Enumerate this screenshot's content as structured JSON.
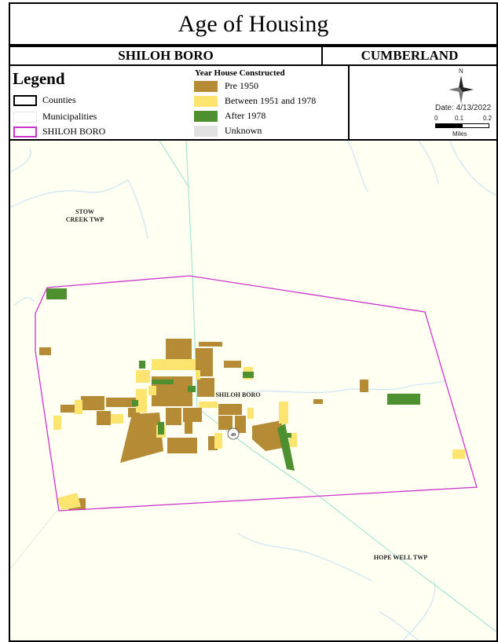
{
  "title": "Age of Housing",
  "municipality": "SHILOH BORO",
  "county": "CUMBERLAND",
  "legend": {
    "title": "Legend",
    "items": [
      {
        "label": "Counties",
        "style": "black-outline"
      },
      {
        "label": "Municipalities",
        "style": "light-outline"
      },
      {
        "label": "SHILOH BORO",
        "style": "magenta-outline"
      }
    ]
  },
  "year_constructed": {
    "title": "Year House Constructed",
    "classes": [
      {
        "label": "Pre 1950",
        "color": "#b58b35"
      },
      {
        "label": "Between 1951 and 1978",
        "color": "#fce46f"
      },
      {
        "label": "After 1978",
        "color": "#4e8f2f"
      },
      {
        "label": "Unknown",
        "color": "#e1e1e1"
      }
    ]
  },
  "info": {
    "north_label": "N",
    "date": "Date: 4/13/2022",
    "scale_ticks": [
      "0",
      "0.1",
      "0.2"
    ],
    "scale_unit": "Miles"
  },
  "map": {
    "labels": {
      "stow_line1": "STOW",
      "stow_line2": "CREEK TWP",
      "shiloh": "SHILOH BORO",
      "hopewell": "HOPE WELL TWP",
      "route": "49"
    },
    "colors": {
      "background": "#fffff2",
      "boundary": "#cc33cc",
      "road": "#9fe3d3",
      "water": "#d6ecf5",
      "pre1950": "#b58b35",
      "mid": "#fce46f",
      "after1978": "#4e8f2f"
    }
  }
}
